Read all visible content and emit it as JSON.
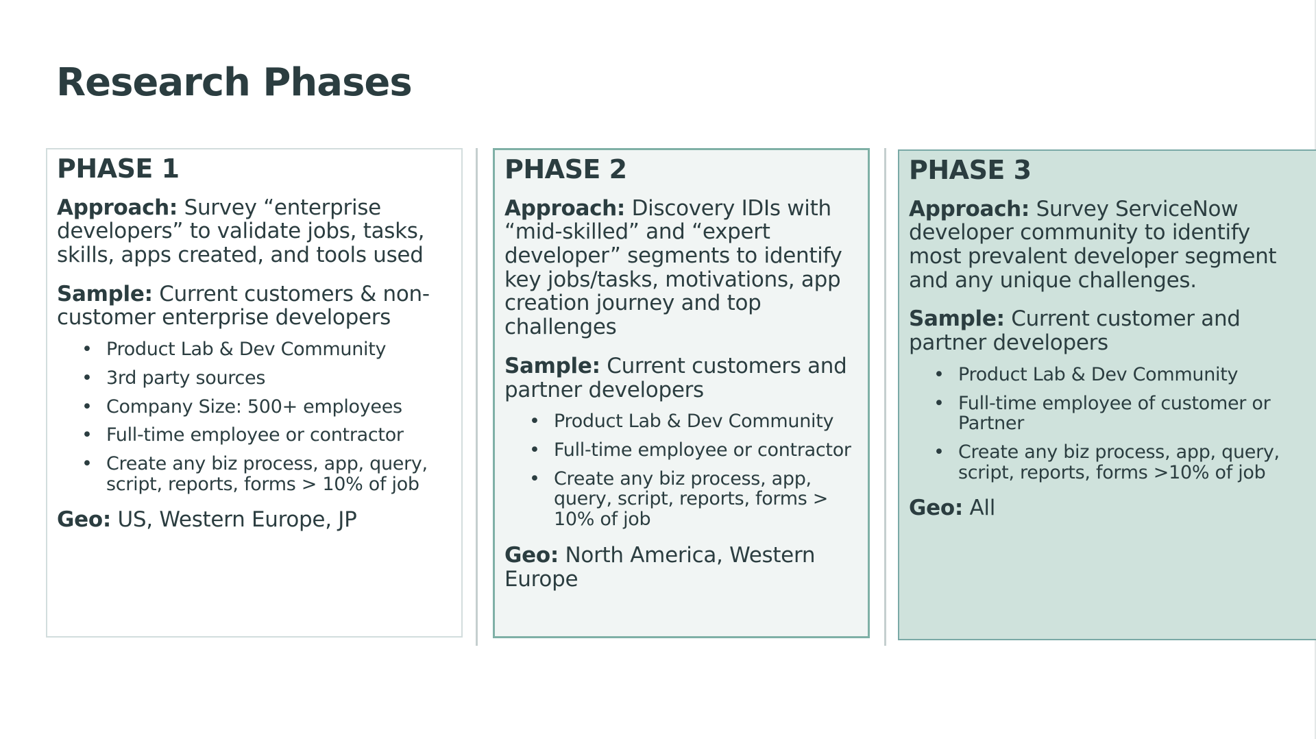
{
  "slide": {
    "title": "Research Phases"
  },
  "phases": [
    {
      "heading": "PHASE 1",
      "approach_label": "Approach:",
      "approach_text": " Survey “enterprise developers” to validate jobs, tasks, skills, apps created, and tools used",
      "sample_label": "Sample:",
      "sample_text": " Current customers & non-customer enterprise developers",
      "bullets": [
        "Product Lab & Dev Community",
        "3rd party sources",
        "Company Size: 500+ employees",
        "Full-time employee or contractor",
        "Create any biz process, app, query, script, reports, forms > 10% of job"
      ],
      "geo_label": "Geo:",
      "geo_text": " US, Western Europe, JP"
    },
    {
      "heading": "PHASE 2",
      "approach_label": "Approach:",
      "approach_text": " Discovery IDIs with “mid-skilled” and “expert developer” segments to identify key jobs/tasks, motivations, app creation journey and top challenges",
      "sample_label": "Sample:",
      "sample_text": " Current customers and partner developers",
      "bullets": [
        "Product Lab & Dev Community",
        "Full-time employee or contractor",
        "Create any biz process, app, query, script, reports, forms > 10% of job"
      ],
      "geo_label": "Geo:",
      "geo_text": " North America, Western Europe"
    },
    {
      "heading": "PHASE 3",
      "approach_label": "Approach:",
      "approach_text": " Survey ServiceNow developer community to identify most prevalent developer segment and any unique challenges.",
      "sample_label": "Sample:",
      "sample_text": " Current customer and partner developers",
      "bullets": [
        "Product Lab & Dev Community",
        "Full-time employee of customer or Partner",
        "Create any biz process, app, query, script, reports, forms >10% of job"
      ],
      "geo_label": "Geo:",
      "geo_text": " All"
    }
  ],
  "bullet_glyph": "•",
  "colors": {
    "text": "#2b3d40",
    "panel_2_fill": "#f1f5f4",
    "panel_2_border": "#7fb0a6",
    "panel_3_fill": "#cfe2dc",
    "panel_3_border": "#7aa9a6",
    "divider": "#c5cfcf"
  }
}
